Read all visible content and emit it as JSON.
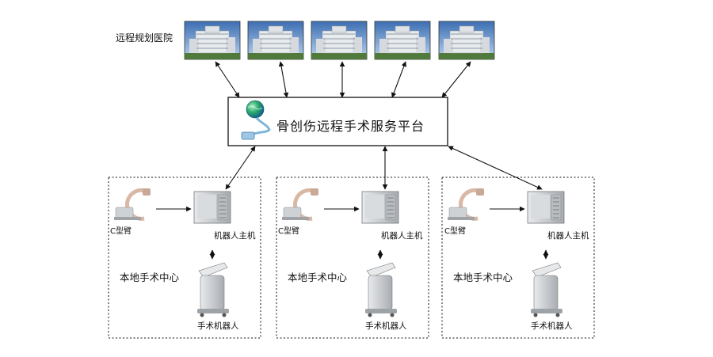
{
  "remote": {
    "label": "远程规划医院",
    "hospital_count": 5,
    "hospital_icon": "hospital-building-icon"
  },
  "platform": {
    "label": "骨创伤远程手术服务平台",
    "icon": "globe-network-icon"
  },
  "centers": [
    {
      "label": "本地手术中心",
      "carm_label": "C型臂",
      "host_label": "机器人主机",
      "robot_label": "手术机器人"
    },
    {
      "label": "本地手术中心",
      "carm_label": "C型臂",
      "host_label": "机器人主机",
      "robot_label": "手术机器人"
    },
    {
      "label": "本地手术中心",
      "carm_label": "C型臂",
      "host_label": "机器人主机",
      "robot_label": "手术机器人"
    }
  ],
  "icons": {
    "carm": "c-arm-xray-icon",
    "host": "robot-host-console-icon",
    "robot": "surgical-robot-icon"
  }
}
